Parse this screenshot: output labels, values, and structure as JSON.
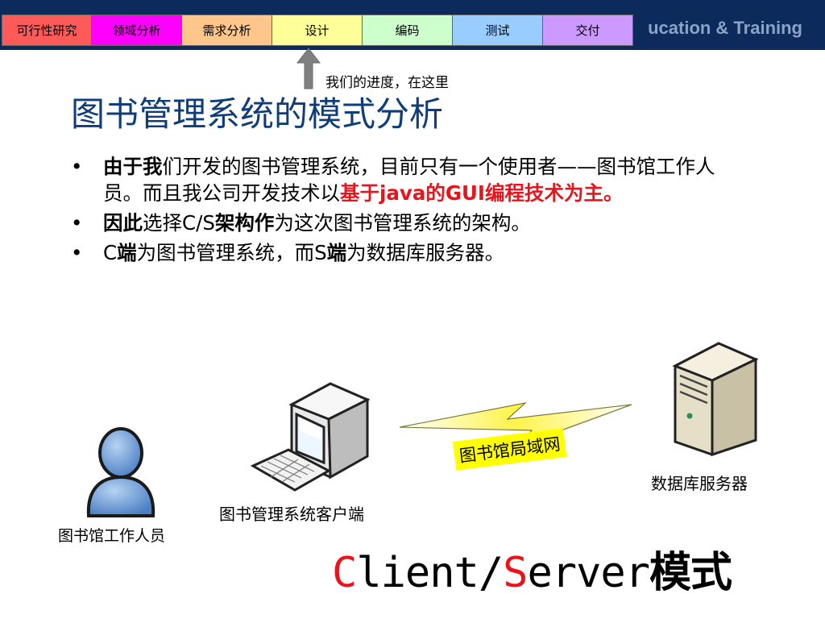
{
  "header": {
    "brand_text": "ucation & Training",
    "phases": [
      {
        "label": "可行性研究",
        "color": "#ff5a5a"
      },
      {
        "label": "领域分析",
        "color": "#ff00ff"
      },
      {
        "label": "需求分析",
        "color": "#ffc68c"
      },
      {
        "label": "设计",
        "color": "#ffff99"
      },
      {
        "label": "编码",
        "color": "#ccffcc"
      },
      {
        "label": "测试",
        "color": "#99ccff"
      },
      {
        "label": "交付",
        "color": "#cc99ff"
      }
    ]
  },
  "progress_note": "我们的进度，在这里",
  "title": "图书管理系统的模式分析",
  "bullets": {
    "b1": {
      "p1": "由于我",
      "p2": "们开发的图书管理系统，目前只有一个使用者——图书馆工作人员。而且我公司开发技术以",
      "p3": "基于java的GUI编程技术为主。"
    },
    "b2": {
      "p1": "因此",
      "p2": "选择C/S",
      "p3": "架构作",
      "p4": "为这次图书管理系统的架构。"
    },
    "b3": {
      "p1": "C",
      "p2": "端",
      "p3": "为图书管理系统，而S",
      "p4": "端",
      "p5": "为数据库服务器。"
    }
  },
  "diagram": {
    "person_label": "图书馆工作人员",
    "client_label": "图书管理系统客户端",
    "lan_label": "图书馆局域网",
    "server_label": "数据库服务器"
  },
  "cs_title": {
    "c": "C",
    "lient": "lient/",
    "s": "S",
    "erver": "erver",
    "mode": "模式"
  },
  "colors": {
    "header_bg": "#0c2b5c",
    "title": "#0f3d7a",
    "accent_red": "#e8141c"
  }
}
